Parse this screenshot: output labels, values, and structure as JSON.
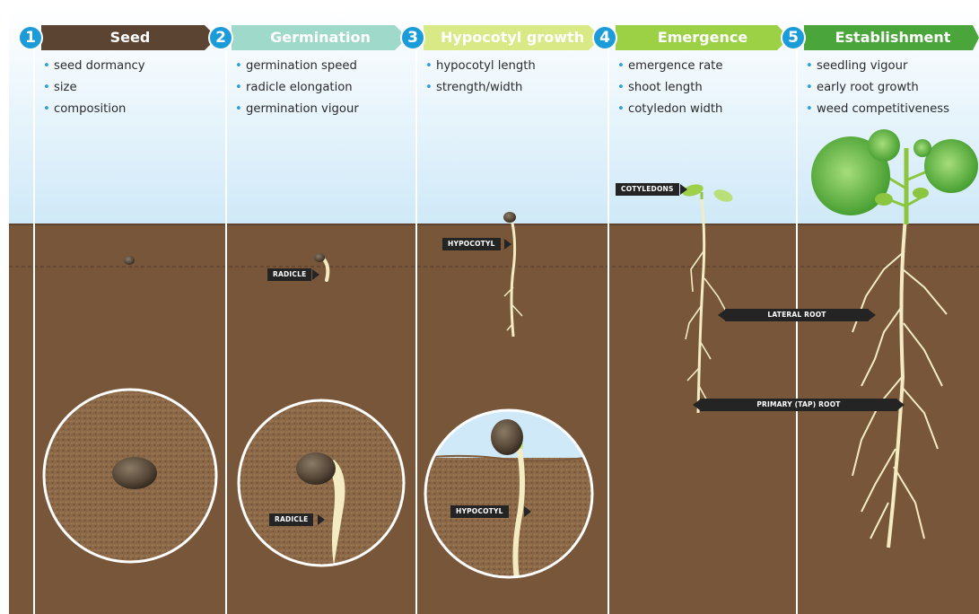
{
  "stages": [
    {
      "num": "1",
      "title": "Seed",
      "bullets": [
        "seed dormancy",
        "size",
        "composition"
      ],
      "color": "#5b4432"
    },
    {
      "num": "2",
      "title": "Germination",
      "bullets": [
        "germination speed",
        "radicle elongation",
        "germination vigour"
      ],
      "color": "#9fd9c9"
    },
    {
      "num": "3",
      "title": "Hypocotyl growth",
      "bullets": [
        "hypocotyl length",
        "strength/width"
      ],
      "color": "#d8e986"
    },
    {
      "num": "4",
      "title": "Emergence",
      "bullets": [
        "emergence rate",
        "shoot length",
        "cotyledon width"
      ],
      "color": "#9cd045"
    },
    {
      "num": "5",
      "title": "Establishment",
      "bullets": [
        "seedling vigour",
        "early root growth",
        "weed competitiveness"
      ],
      "color": "#4aa53a"
    }
  ],
  "labels": {
    "radicle": "RADICLE",
    "radicle_zoom": "RADICLE",
    "hypocotyl": "HYPOCOTYL",
    "hypocotyl_zoom": "HYPOCOTYL",
    "cotyledons": "COTYLEDONS",
    "lateral_root": "LATERAL ROOT",
    "primary_root": "PRIMARY (TAP) ROOT"
  },
  "colors": {
    "soil": "#7d5a3c",
    "soil_dark": "#6b4c33",
    "sky": "#dff0fb",
    "root": "#f3ecc2",
    "leaf": "#5fb83a",
    "seed": "#5a4a3a"
  }
}
